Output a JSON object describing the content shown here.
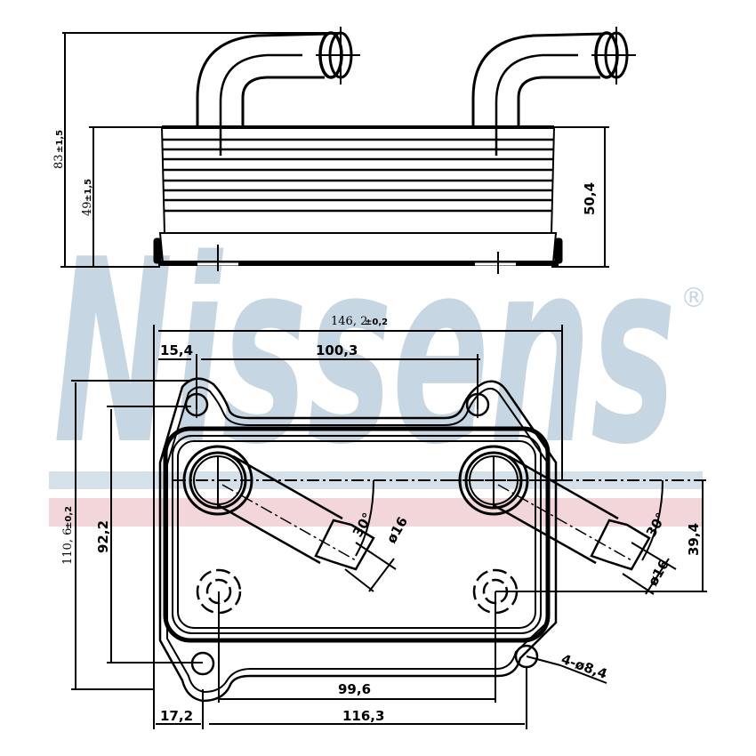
{
  "watermark": {
    "brand": "Nissens",
    "registered_mark": "®",
    "color": "#c7d6e3",
    "band_blue": "#d5e1ea",
    "band_red": "#f2d6da"
  },
  "top_view": {
    "overall_height": "83",
    "overall_height_tol": "±1,5",
    "body_height": "49",
    "body_height_tol": "±1,5",
    "stack_height": "50,4"
  },
  "front_view": {
    "overall_width": "146, 2",
    "overall_width_tol": "±0,2",
    "edge_to_hole": "15,4",
    "hole_spacing_top": "100,3",
    "overall_height": "110, 6",
    "overall_height_tol": "±0,2",
    "hole_spacing_vertical": "92,2",
    "port_angle_left": "30°",
    "port_diameter_left": "ø16",
    "port_angle_right": "30°",
    "port_diameter_right": "ø16",
    "port_offset_vertical": "39,4",
    "mount_holes": "4-ø8,4",
    "bolt_spacing_bottom": "99,6",
    "edge_to_hole_bottom": "17,2",
    "hole_spacing_bottom": "116,3"
  }
}
